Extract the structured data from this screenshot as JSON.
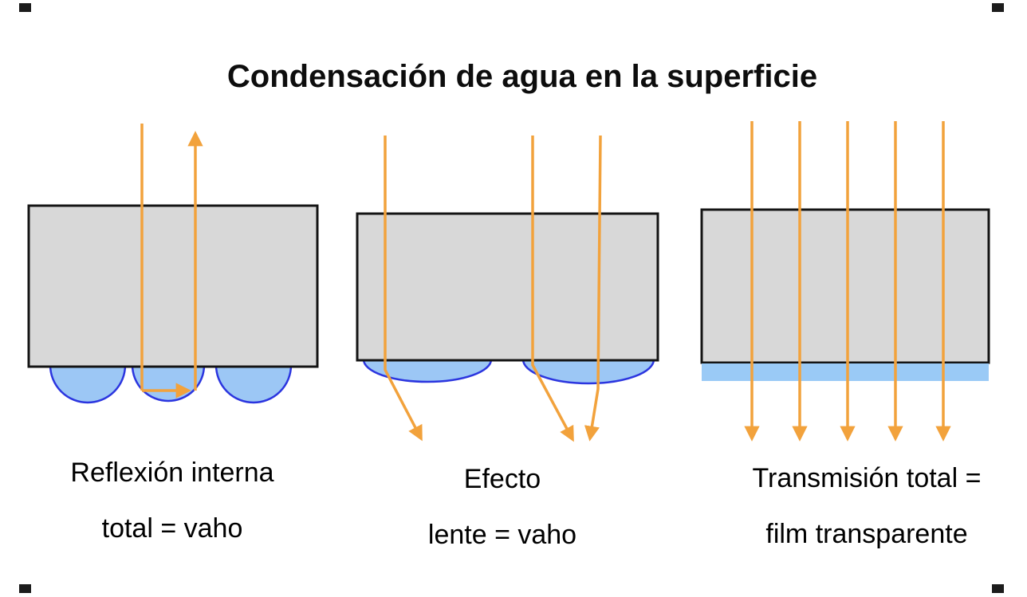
{
  "title": "Condensación de agua en la superficie",
  "panels": [
    {
      "name": "internal-reflection",
      "caption_line1": "Reflexión interna",
      "caption_line2": "total = vaho"
    },
    {
      "name": "lens-effect",
      "caption_line1": "Efecto",
      "caption_line2": "lente = vaho"
    },
    {
      "name": "total-transmission",
      "caption_line1": "Transmisión total =",
      "caption_line2": "film transparente"
    }
  ],
  "colors": {
    "ray_arrow": "#F2A23C",
    "glass_fill": "#D8D8D8",
    "glass_border": "#141414",
    "droplet_fill": "#9CC7F5",
    "droplet_border": "#2B35DF",
    "film_fill": "#9ACAF6"
  }
}
